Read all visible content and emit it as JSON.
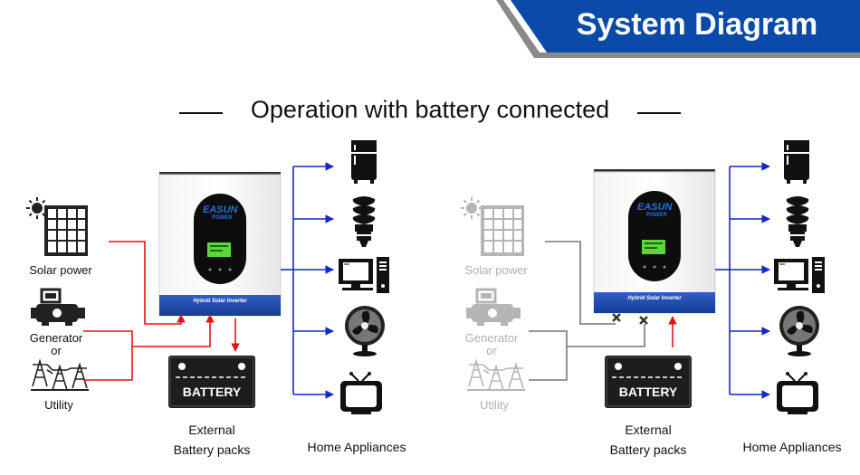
{
  "header": {
    "title": "System Diagram",
    "banner_color": "#0b4aa8"
  },
  "subtitle": "Operation with battery connected",
  "colors": {
    "red_line": "#e01414",
    "blue_line": "#1427c8",
    "grey_line": "#777777"
  },
  "left_panel": {
    "sources": {
      "solar": "Solar power",
      "generator": "Generator",
      "or": "or",
      "utility": "Utility"
    },
    "inverter": {
      "brand": "EASUN",
      "brand_sub": "POWER",
      "model_label": "Hybrid Solar Inverter"
    },
    "battery": {
      "label": "BATTERY",
      "caption_line1": "External",
      "caption_line2": "Battery packs"
    },
    "appliances_label": "Home Appliances"
  },
  "right_panel": {
    "sources": {
      "solar": "Solar power",
      "generator": "Generator",
      "or": "or",
      "utility": "Utility"
    },
    "inverter": {
      "brand": "EASUN",
      "brand_sub": "POWER",
      "model_label": "Hybrid Solar Inverter"
    },
    "battery": {
      "label": "BATTERY",
      "caption_line1": "External",
      "caption_line2": "Battery packs"
    },
    "appliances_label": "Home Appliances"
  },
  "appliances": [
    {
      "icon": "refrigerator-icon"
    },
    {
      "icon": "light-bulb-icon"
    },
    {
      "icon": "computer-icon"
    },
    {
      "icon": "fan-icon"
    },
    {
      "icon": "tv-icon"
    }
  ]
}
